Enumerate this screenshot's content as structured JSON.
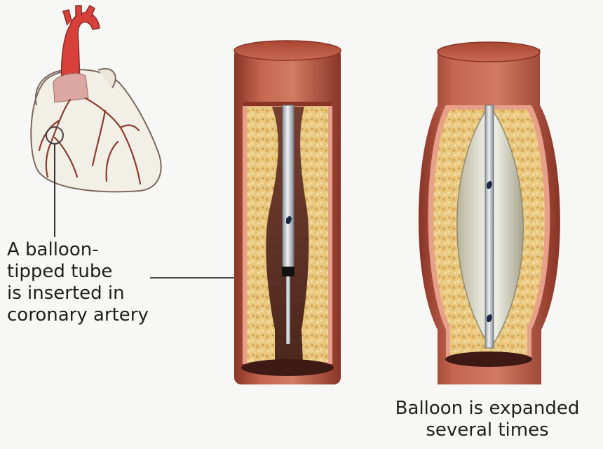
{
  "labels": {
    "insert_caption": [
      "A balloon-",
      "tipped tube",
      "is inserted in",
      "coronary artery"
    ],
    "expand_caption": [
      "Balloon is expanded",
      "several times"
    ]
  },
  "colors": {
    "background": "#f7f7f5",
    "artery_wall": "#b5533f",
    "artery_wall_dark": "#8a3426",
    "plaque": "#e6c37a",
    "plaque_shadow": "#c99b4f",
    "lumen": "#5a2a22",
    "catheter": "#dfe3e8",
    "heart_outline": "#7c6a60",
    "aorta": "#d8403a",
    "coronary_vessel": "#8d3c2c",
    "text": "#1e1e1e"
  }
}
